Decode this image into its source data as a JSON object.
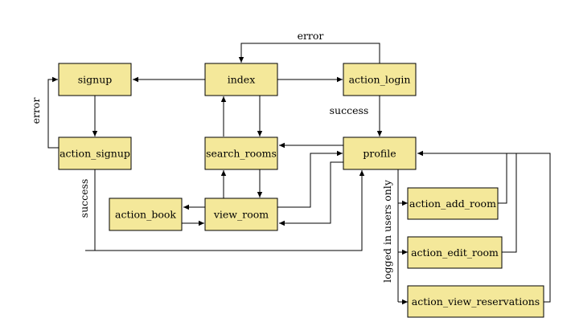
{
  "colors": {
    "node_fill": "#f4e89a",
    "stroke": "#000000",
    "background": "#ffffff"
  },
  "nodes": {
    "signup": "signup",
    "index": "index",
    "action_login": "action_login",
    "action_signup": "action_signup",
    "search_rooms": "search_rooms",
    "profile": "profile",
    "action_book": "action_book",
    "view_room": "view_room",
    "action_add_room": "action_add_room",
    "action_edit_room": "action_edit_room",
    "action_view_reservations": "action_view_reservations"
  },
  "edge_labels": {
    "login_error": "error",
    "signup_error": "error",
    "login_success": "success",
    "signup_success": "success",
    "logged_in_only": "logged in users only"
  }
}
